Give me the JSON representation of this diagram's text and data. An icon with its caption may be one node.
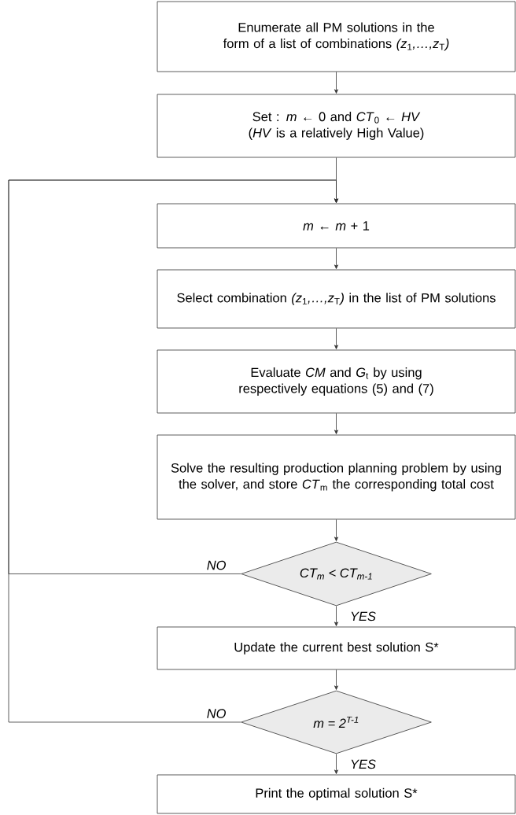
{
  "diagram": {
    "nodes": [
      {
        "text": [
          "Enumerate all PM solutions in the form of a list of combinations *(z*$_{1}$*,…,z*$_{T}$*)*"
        ]
      },
      {
        "text": [
          "Set : *m* ← 0 and *CT*$_{0}$ ← *HV*",
          "(*HV* is a relatively High Value)"
        ]
      },
      {
        "text": [
          "*m* ← *m* + 1"
        ]
      },
      {
        "text": [
          "Select combination *(z*$_{1}$*,…,z*$_{T}$*)* in the list of PM solutions"
        ]
      },
      {
        "text": [
          "Evaluate *CM* and *G*$_{t}$ by using respectively equations (5) and (7)"
        ]
      },
      {
        "text": [
          "Solve the resulting production planning problem by using the solver, and store *CT*$_{m}$ the corresponding total cost"
        ]
      },
      {
        "text": [
          "CT$_{m}$ < CT$_{m-1}$"
        ]
      },
      {
        "text": [
          "Update the current best solution S*"
        ]
      },
      {
        "text": [
          "m = 2$^{T-1}$"
        ]
      },
      {
        "text": [
          "Print the optimal solution S*"
        ]
      }
    ],
    "edges": [
      {
        "from": 0,
        "to": 1,
        "arrow": "to"
      },
      {
        "from": 1,
        "to": 2,
        "arrow": "to"
      },
      {
        "from": 2,
        "to": 3,
        "arrow": "to"
      },
      {
        "from": 3,
        "to": 4,
        "arrow": "to"
      },
      {
        "from": 4,
        "to": 5,
        "arrow": "to"
      },
      {
        "from": 5,
        "to": 6,
        "arrow": "to"
      },
      {
        "from": 6,
        "to": 7,
        "arrow": "to",
        "label": "YES"
      },
      {
        "from": 6,
        "to": 2,
        "arrow": "to",
        "label": "NO"
      },
      {
        "from": 7,
        "to": 8,
        "arrow": "to"
      },
      {
        "from": 8,
        "to": 9,
        "arrow": "to",
        "label": "YES"
      },
      {
        "from": 8,
        "to": 2,
        "arrow": "to",
        "label": "NO"
      }
    ]
  }
}
